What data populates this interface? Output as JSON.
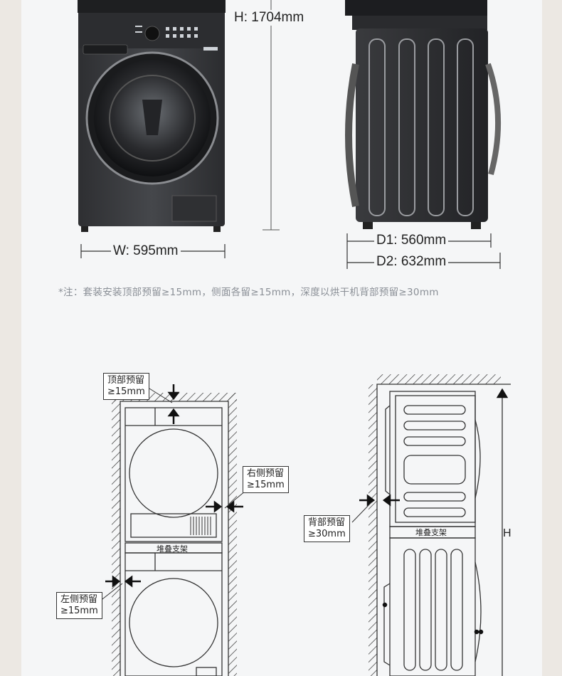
{
  "product_dimensions": {
    "height": "H: 1704mm",
    "width": "W: 595mm",
    "depth1": "D1: 560mm",
    "depth2": "D2: 632mm"
  },
  "note": "*注：套装安装顶部预留≥15mm，侧面各留≥15mm，深度以烘干机背部预留≥30mm",
  "front_diagram": {
    "top_clearance": {
      "line1": "顶部预留",
      "line2": "≥15mm"
    },
    "right_clearance": {
      "line1": "右侧预留",
      "line2": "≥15mm"
    },
    "left_clearance": {
      "line1": "左侧预留",
      "line2": "≥15mm"
    },
    "stack_rack_label": "堆叠支架"
  },
  "side_diagram": {
    "back_clearance": {
      "line1": "背部预留",
      "line2": "≥30mm"
    },
    "stack_rack_label": "堆叠支架",
    "height_label": "H"
  },
  "colors": {
    "appliance": "#3c3d40",
    "line": "#333333",
    "note_text": "#8a8f96"
  }
}
